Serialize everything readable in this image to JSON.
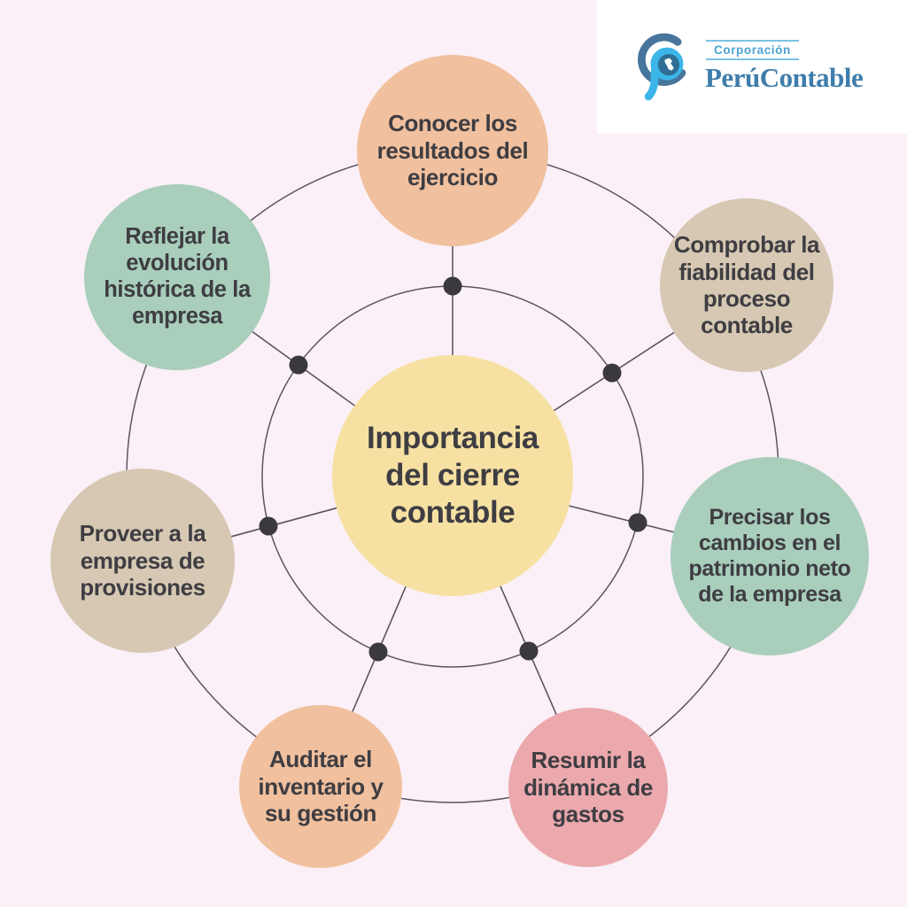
{
  "brand": {
    "tagline": "Corporación",
    "name": "PerúContable"
  },
  "diagram": {
    "center": {
      "label": "Importancia\ndel cierre\ncontable",
      "color": "#f6e1a3"
    },
    "nodes": [
      {
        "id": "conocer",
        "label": "Conocer los\nresultados del\nejercicio",
        "color": "#f1c09e",
        "position": "top"
      },
      {
        "id": "comprobar",
        "label": "Comprobar la\nfiabilidad del\nproceso\ncontable",
        "color": "#d6c8b3",
        "position": "top-right"
      },
      {
        "id": "precisar",
        "label": "Precisar los\ncambios en el\npatrimonio neto\nde la empresa",
        "color": "#a9cebc",
        "position": "right"
      },
      {
        "id": "resumir",
        "label": "Resumir la\ndinámica de\ngastos",
        "color": "#eba9ad",
        "position": "bottom-right"
      },
      {
        "id": "auditar",
        "label": "Auditar el\ninventario y\nsu gestión",
        "color": "#f1c09e",
        "position": "bottom-left"
      },
      {
        "id": "proveer",
        "label": "Proveer a la\nempresa de\nprovisiones",
        "color": "#d6c8b3",
        "position": "left"
      },
      {
        "id": "reflejar",
        "label": "Reflejar la\nevolución\nhistórica de la\nempresa",
        "color": "#a9cebc",
        "position": "top-left"
      }
    ],
    "palette": {
      "background": "#fbf0f7",
      "center": "#f6e1a3",
      "peach": "#f1c09e",
      "tan": "#d6c8b3",
      "green": "#a9cebc",
      "pink": "#eba9ad",
      "connector_line": "#5a5560",
      "junction_dot": "#3b383e",
      "label_text": "#3e3d42",
      "brand_light_blue": "#4ba5d3",
      "brand_blue": "#3e7dab"
    }
  }
}
